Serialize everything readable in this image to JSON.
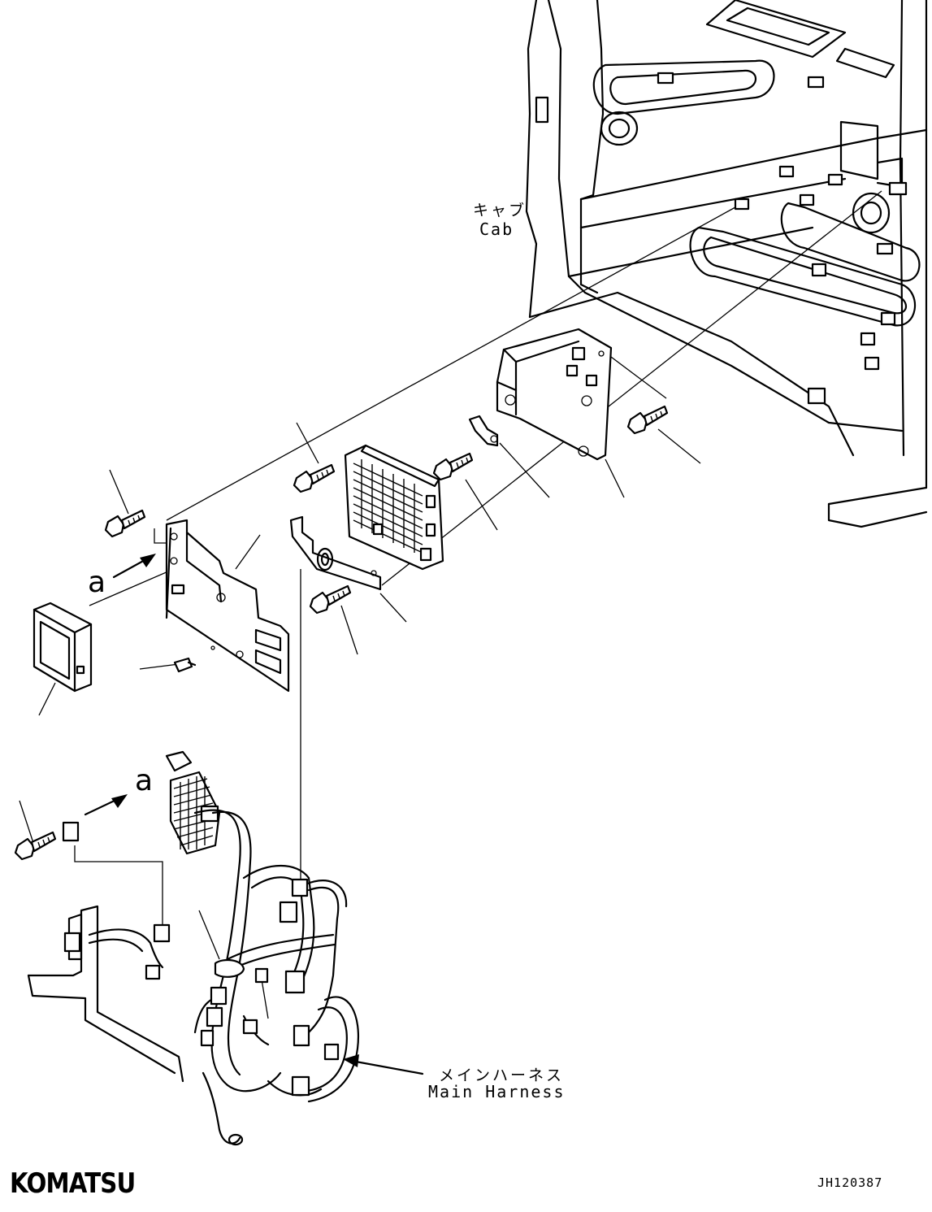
{
  "labels": {
    "cab_jp": "キャブ",
    "cab_en": "Cab",
    "ref_a_upper": "a",
    "ref_a_lower": "a",
    "harness_jp": "メインハーネス",
    "harness_en": "Main Harness"
  },
  "brand": {
    "logo_text": "KOMATSU"
  },
  "drawing_code": "JH120387"
}
